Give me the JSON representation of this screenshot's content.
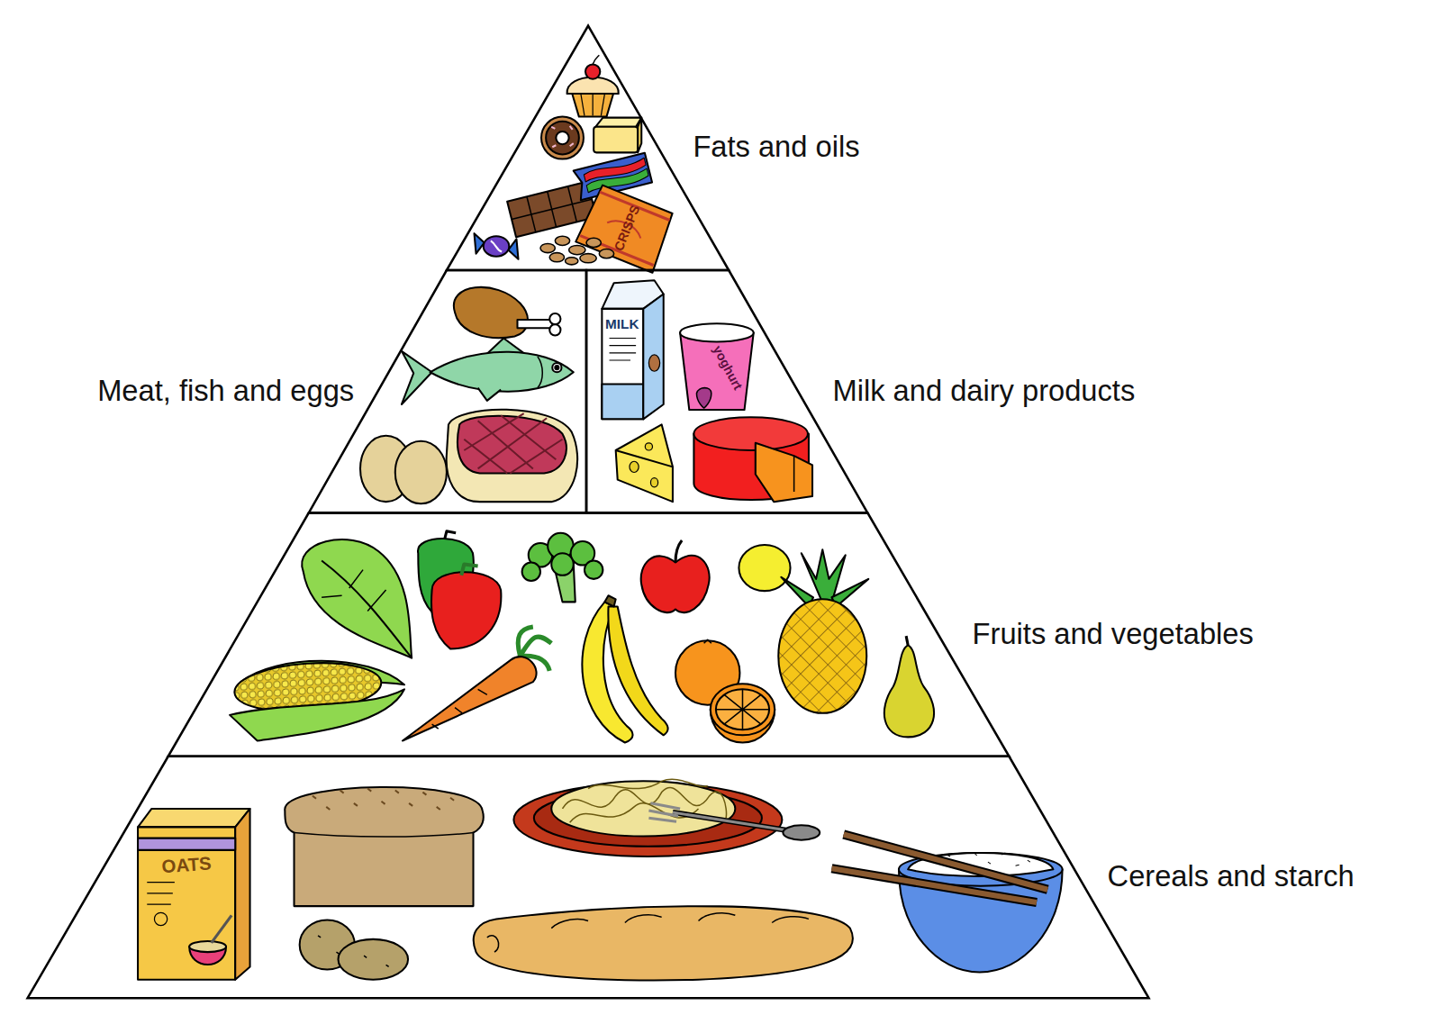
{
  "diagram": {
    "nodes": [
      {
        "text": [
          "Fats and oils"
        ]
      },
      {
        "text": [
          "Meat, fish and eggs"
        ]
      },
      {
        "text": [
          "Milk and dairy products"
        ]
      },
      {
        "text": [
          "Fruits and vegetables"
        ]
      },
      {
        "text": [
          "Cereals and starch"
        ]
      }
    ],
    "labels": [
      "CRISPS",
      "MILK",
      "yoghurt",
      "OATS"
    ]
  }
}
